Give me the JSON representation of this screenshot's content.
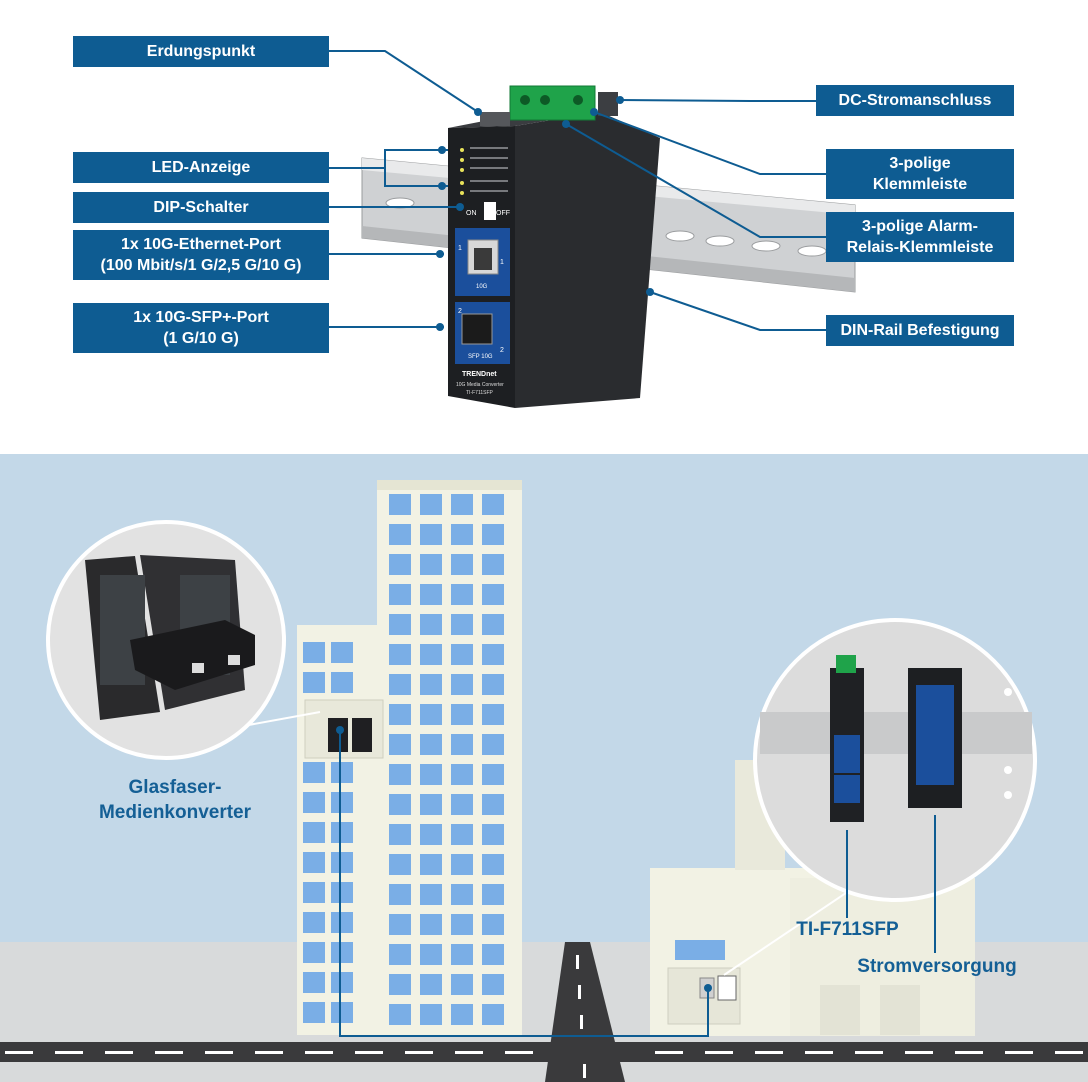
{
  "labels": {
    "erdungspunkt": "Erdungspunkt",
    "led_anzeige": "LED-Anzeige",
    "dip_schalter": "DIP-Schalter",
    "ethernet_port": "1x 10G-Ethernet-Port\n(100 Mbit/s/1 G/2,5 G/10 G)",
    "sfp_port": "1x 10G-SFP+-Port\n(1 G/10 G)",
    "dc_stromanschluss": "DC-Stromanschluss",
    "klemmleiste": "3-polige\nKlemmleiste",
    "alarm_klemmleiste": "3-polige Alarm-\nRelais-Klemmleiste",
    "din_rail": "DIN-Rail Befestigung"
  },
  "device": {
    "brand": "TRENDnet",
    "model_text": "10G Media Converter",
    "model_number": "TI-F711SFP",
    "dip_on": "ON",
    "dip_off": "OFF",
    "port1_num": "1",
    "port1_label": "10G",
    "port2_num": "2",
    "port2_label": "SFP 10G"
  },
  "scene": {
    "glasfaser_label": "Glasfaser-\nMedienkonverter",
    "product_label": "TI-F711SFP",
    "power_label": "Stromversorgung"
  },
  "colors": {
    "label_bg": "#0e5c92",
    "callout_text": "#145f95",
    "sky": "#c3d8e8",
    "building": "#f2f2e4",
    "window": "#7aaee6",
    "road": "#3a3a3c"
  }
}
